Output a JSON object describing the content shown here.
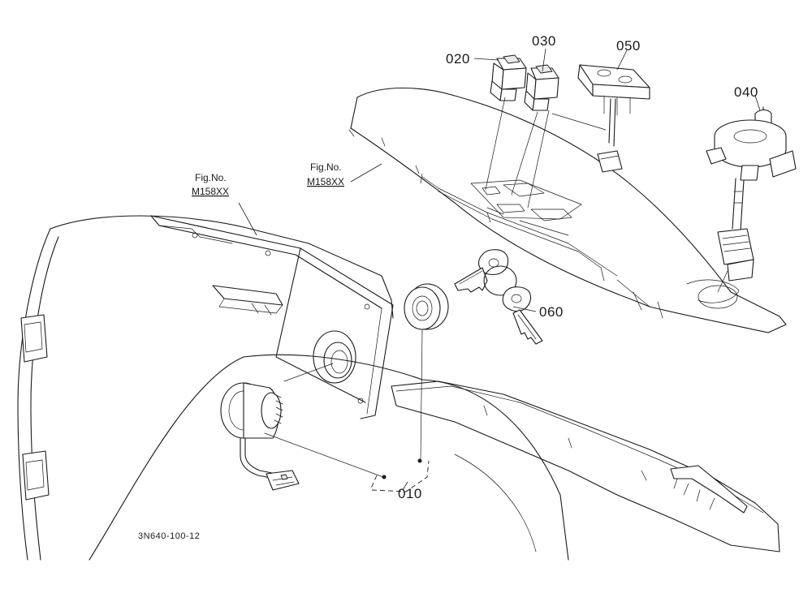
{
  "diagram": {
    "part_labels": {
      "p010": "010",
      "p020": "020",
      "p030": "030",
      "p040": "040",
      "p050": "050",
      "p060": "060"
    },
    "figure_refs": {
      "left": {
        "label": "Fig.No.",
        "code": "M158XX"
      },
      "top": {
        "label": "Fig.No.",
        "code": "M158XX"
      }
    },
    "drawing_number": "3N640-100-12"
  }
}
